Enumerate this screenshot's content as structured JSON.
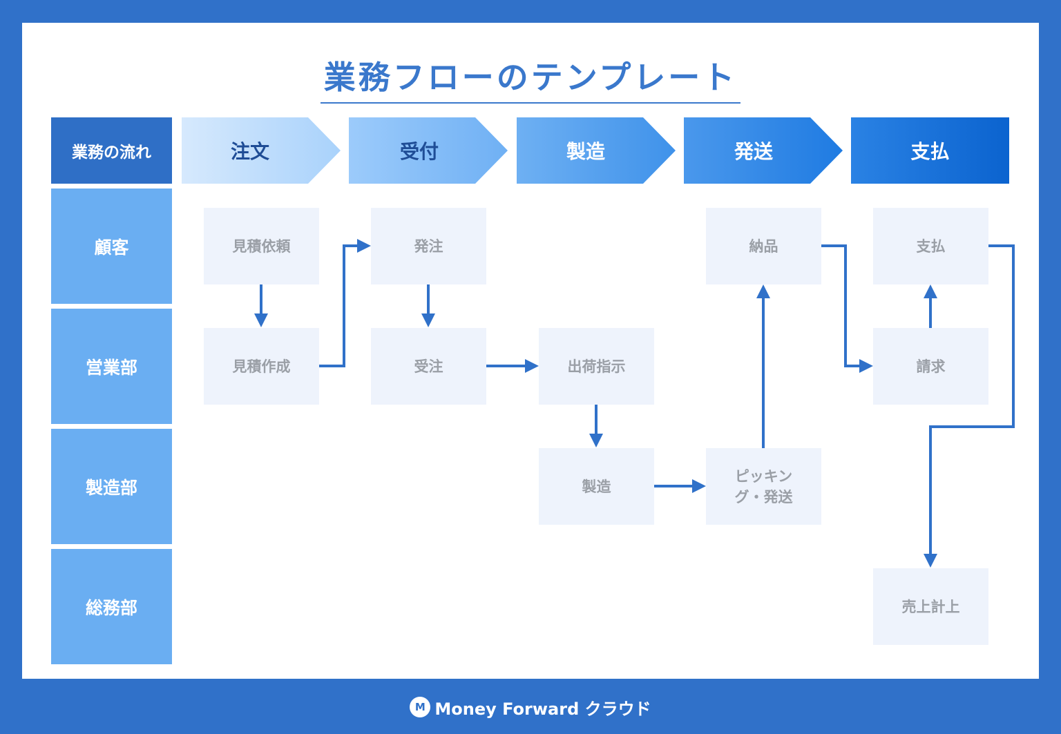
{
  "title": "業務フローのテンプレート",
  "lanes": {
    "header": "業務の流れ",
    "items": [
      "顧客",
      "営業部",
      "製造部",
      "総務部"
    ]
  },
  "phases": [
    "注文",
    "受付",
    "製造",
    "発送",
    "支払"
  ],
  "tasks": {
    "mitsumori_irai": "見積依頼",
    "mitsumori_sakusei": "見積作成",
    "hacchu": "発注",
    "juchu": "受注",
    "shukka_shiji": "出荷指示",
    "seizo": "製造",
    "picking": "ピッキン\nグ・発送",
    "nohin": "納品",
    "shiharai": "支払",
    "seikyu": "請求",
    "uriage": "売上計上"
  },
  "footer": {
    "brand": "Money Forward クラウド"
  },
  "colors": {
    "frame": "#3071c9",
    "lane_header": "#2f6fc6",
    "lane": "#6aaef2",
    "arrow": "#3071c9",
    "task_bg": "#eef3fc",
    "task_text": "#9a9fa6"
  }
}
